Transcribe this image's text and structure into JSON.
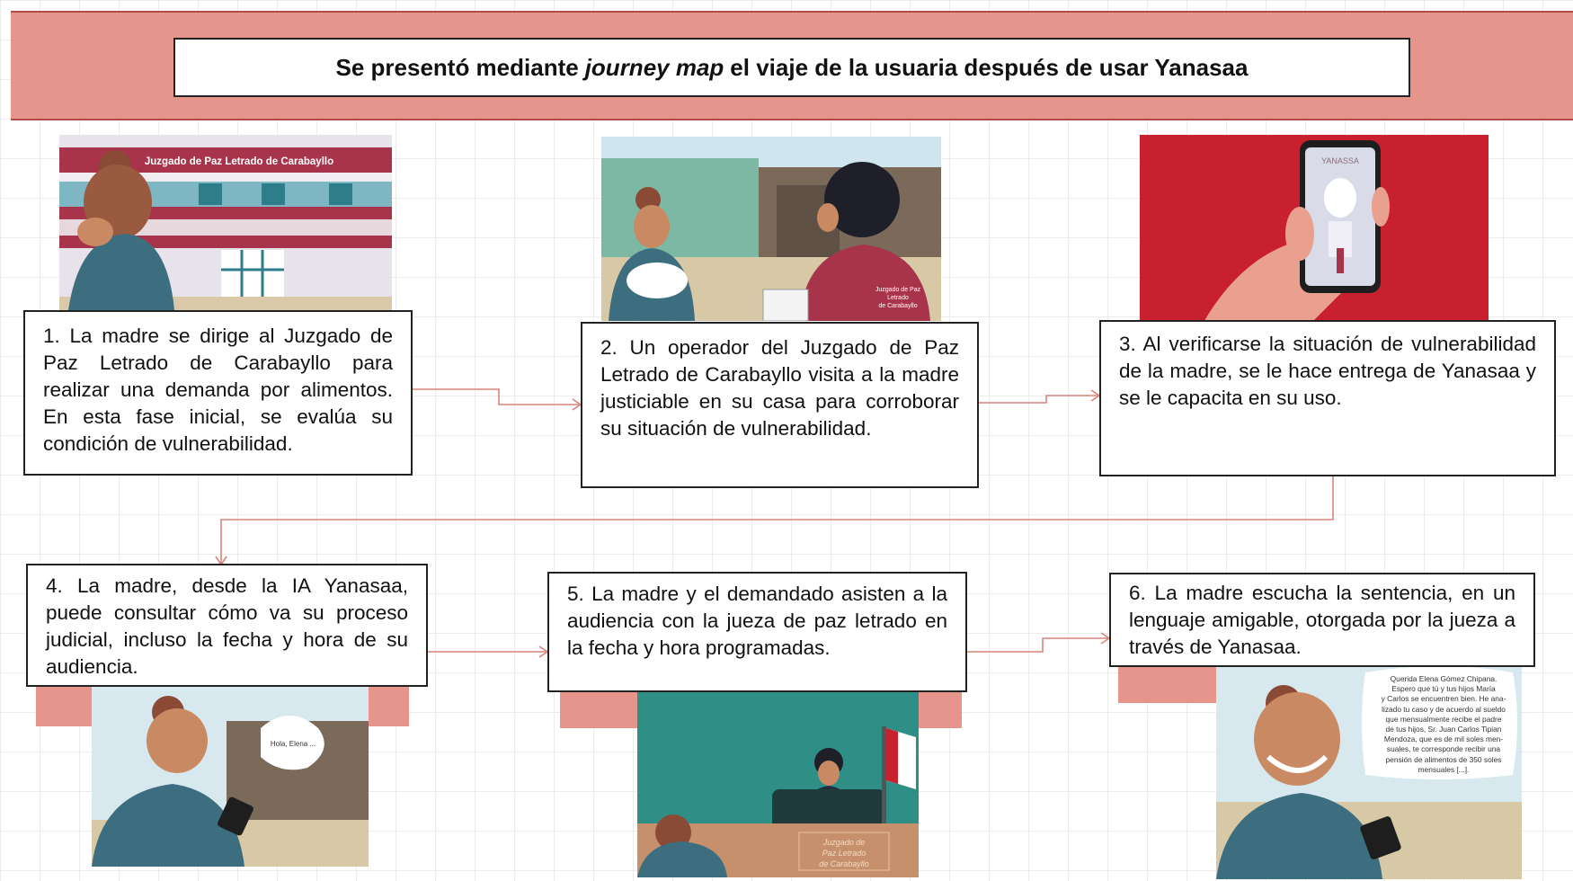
{
  "title": {
    "before": "Se presentó mediante",
    "emphasis": "journey map",
    "after": "el viaje de la usuaria después de usar Yanasaa"
  },
  "steps": [
    {
      "text": "1. La madre se dirige al Juzgado de Paz Letrado de Carabayllo para realizar una demanda por alimentos. En esta fase inicial, se evalúa su condición de vulnerabilidad."
    },
    {
      "text": "2. Un operador del Juzgado de Paz Letrado de Carabayllo visita a la madre justiciable en su casa para corroborar su situación de vulnerabilidad."
    },
    {
      "text": "3. Al verificarse la situación de vulnerabilidad de la madre, se le hace entrega de Yanasaa y se le capacita en su uso."
    },
    {
      "text": "4. La madre, desde la IA Yanasaa, puede consultar cómo va su proceso judicial, incluso la fecha y hora de su audiencia."
    },
    {
      "text": "5. La madre y el demandado asisten a la audiencia con la jueza de paz letrado en la fecha y hora programadas."
    },
    {
      "text": "6. La madre escucha la sentencia, en un lenguaje amigable, otorgada por la jueza a través de Yanasaa."
    }
  ],
  "illustrations": {
    "court_sign": "Juzgado de Paz Letrado de Carabayllo",
    "vest_label_1": "Juzgado de Paz",
    "vest_label_2": "Letrado",
    "vest_label_3": "de Carabayllo",
    "phone_app": "YANASSA",
    "speech_greeting": "Hola, Elena ...",
    "desk_label_1": "Juzgado de",
    "desk_label_2": "Paz Letrado",
    "desk_label_3": "de Carabayllo",
    "letter_lines": [
      "Querida Elena Gómez Chipana.",
      "Espero que tú y tus hijos María",
      "y Carlos se encuentren bien. He ana-",
      "lizado tu caso y de acuerdo al sueldo",
      "que mensualmente recibe el padre",
      "de tus hijos, Sr. Juan Carlos Tipian",
      "Mendoza, que es de mil soles men-",
      "suales, te corresponde recibir una",
      "pensión de alimentos de 350 soles",
      "mensuales [...]."
    ]
  },
  "colors": {
    "banner": "#e6958d",
    "banner_border": "#b24a48",
    "connector": "#d9837b",
    "court_maroon": "#a8344b",
    "teal": "#2f8f86",
    "red_panel": "#c8202e"
  }
}
